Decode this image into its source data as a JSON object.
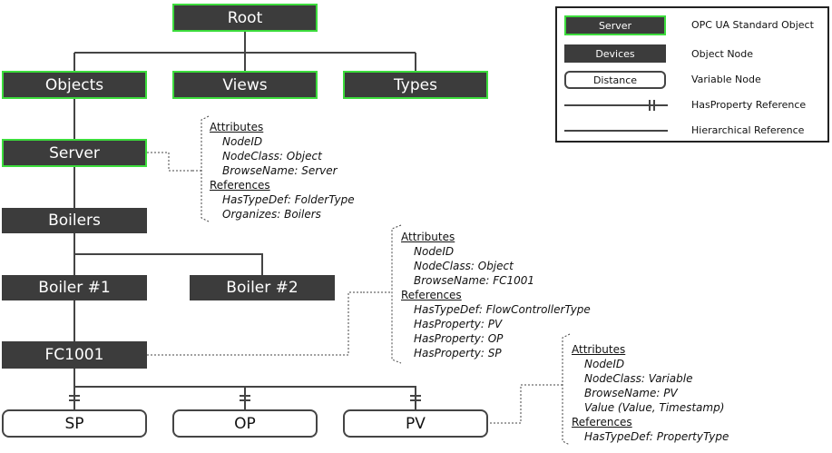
{
  "colors": {
    "standard_border": "#3cdc3c",
    "node_fill": "#3c3c3c",
    "variable_fill": "#ffffff"
  },
  "nodes": {
    "root": "Root",
    "objects": "Objects",
    "views": "Views",
    "types": "Types",
    "server": "Server",
    "boilers": "Boilers",
    "boiler1": "Boiler #1",
    "boiler2": "Boiler #2",
    "fc1001": "FC1001",
    "sp": "SP",
    "op": "OP",
    "pv": "PV"
  },
  "annotations": {
    "server": {
      "attributes_heading": "Attributes",
      "attributes": [
        "NodeID",
        "NodeClass: Object",
        "BrowseName: Server"
      ],
      "references_heading": "References",
      "references": [
        "HasTypeDef: FolderType",
        "Organizes: Boilers"
      ]
    },
    "fc1001": {
      "attributes_heading": "Attributes",
      "attributes": [
        "NodeID",
        "NodeClass: Object",
        "BrowseName: FC1001"
      ],
      "references_heading": "References",
      "references": [
        "HasTypeDef: FlowControllerType",
        "HasProperty: PV",
        "HasProperty: OP",
        "HasProperty: SP"
      ]
    },
    "pv": {
      "attributes_heading": "Attributes",
      "attributes": [
        "NodeID",
        "NodeClass: Variable",
        "BrowseName: PV",
        "Value (Value, Timestamp)"
      ],
      "references_heading": "References",
      "references": [
        "HasTypeDef: PropertyType"
      ]
    }
  },
  "legend": {
    "standard_sample": "Server",
    "standard_label": "OPC UA Standard Object",
    "object_sample": "Devices",
    "object_label": "Object Node",
    "variable_sample": "Distance",
    "variable_label": "Variable Node",
    "hasproperty_label": "HasProperty Reference",
    "hierarchical_label": "Hierarchical Reference"
  }
}
